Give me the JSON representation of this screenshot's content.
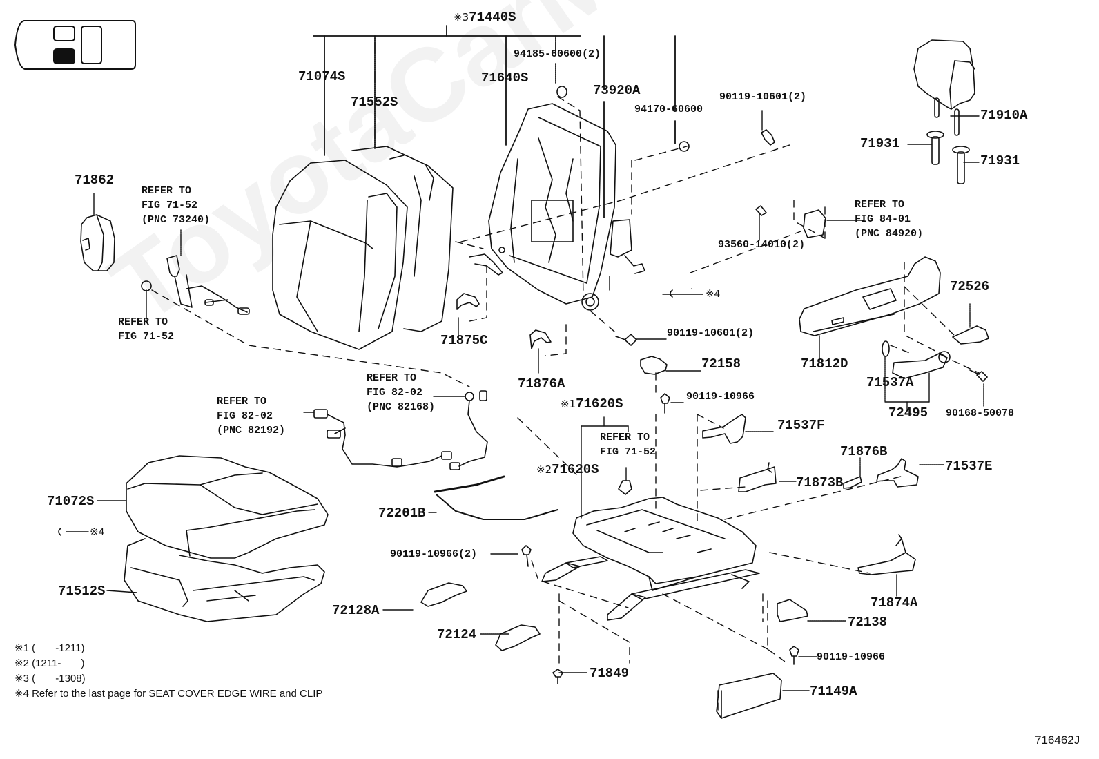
{
  "watermark": "ToyotaCarMine.ru",
  "figure_code": "716462J",
  "locator_icon": "vehicle-seat-locator",
  "assembly": {
    "marker": "※3",
    "part": "71440S"
  },
  "parts": {
    "p71074S": "71074S",
    "p71552S": "71552S",
    "p71640S": "71640S",
    "p73920A": "73920A",
    "p94185": "94185-60600(2)",
    "p94170": "94170-60600",
    "p90119_10601_top": "90119-10601(2)",
    "p71910A": "71910A",
    "p71931_a": "71931",
    "p71931_b": "71931",
    "p71862": "71862",
    "p93560": "93560-14010(2)",
    "p72526": "72526",
    "p71812D": "71812D",
    "p71537A": "71537A",
    "p72495": "72495",
    "p90168": "90168-50078",
    "p71875C": "71875C",
    "p71876A": "71876A",
    "p90119_10601_mid": "90119-10601(2)",
    "p72158": "72158",
    "p90119_10966_mid": "90119-10966",
    "p71537F": "71537F",
    "p71620S_1": "71620S",
    "p71620S_2": "71620S",
    "p71876B": "71876B",
    "p71537E": "71537E",
    "p71873B": "71873B",
    "p71072S": "71072S",
    "p72201B": "72201B",
    "p90119_10966_2": "90119-10966(2)",
    "p71512S": "71512S",
    "p72128A": "72128A",
    "p72124": "72124",
    "p71849": "71849",
    "p71874A": "71874A",
    "p72138": "72138",
    "p90119_10966_low": "90119-10966",
    "p71149A": "71149A"
  },
  "markers": {
    "m1": "※1",
    "m2": "※2",
    "m4a": "※4",
    "m4b": "※4"
  },
  "refs": {
    "seatbelt": "REFER TO\nFIG 71-52\n(PNC 73240)",
    "anchor": "REFER TO\nFIG 71-52",
    "switch": "REFER TO\nFIG 84-01\n(PNC 84920)",
    "wire_82168": "REFER TO\nFIG 82-02\n(PNC 82168)",
    "wire_82192": "REFER TO\nFIG 82-02\n(PNC 82192)",
    "cover": "REFER TO\nFIG 71-52"
  },
  "notes": [
    "※1 (       -1211)",
    "※2 (1211-       )",
    "※3 (       -1308)",
    "※4 Refer to the last page for SEAT COVER EDGE WIRE and CLIP"
  ]
}
